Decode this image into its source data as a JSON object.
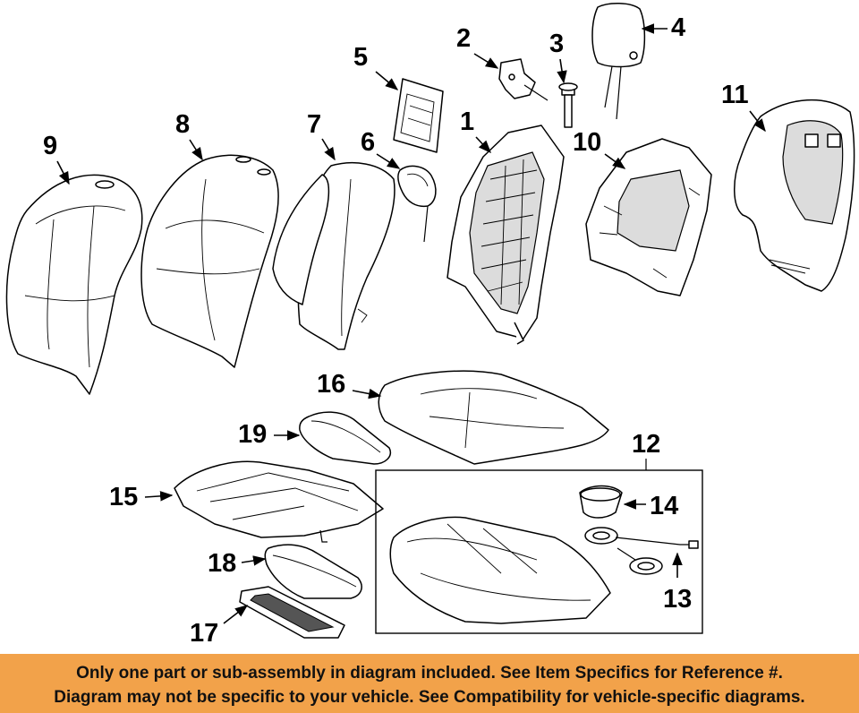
{
  "diagram": {
    "part_numbers": [
      "1",
      "2",
      "3",
      "4",
      "5",
      "6",
      "7",
      "8",
      "9",
      "10",
      "11",
      "12",
      "13",
      "14",
      "15",
      "16",
      "17",
      "18",
      "19"
    ]
  },
  "disclaimer": {
    "line1": "Only one part or sub-assembly in diagram included. See Item Specifics for Reference #.",
    "line2": "Diagram may not be specific to your vehicle. See Compatibility for vehicle-specific diagrams."
  },
  "colors": {
    "banner": "#f2a24a",
    "ink": "#000000"
  }
}
